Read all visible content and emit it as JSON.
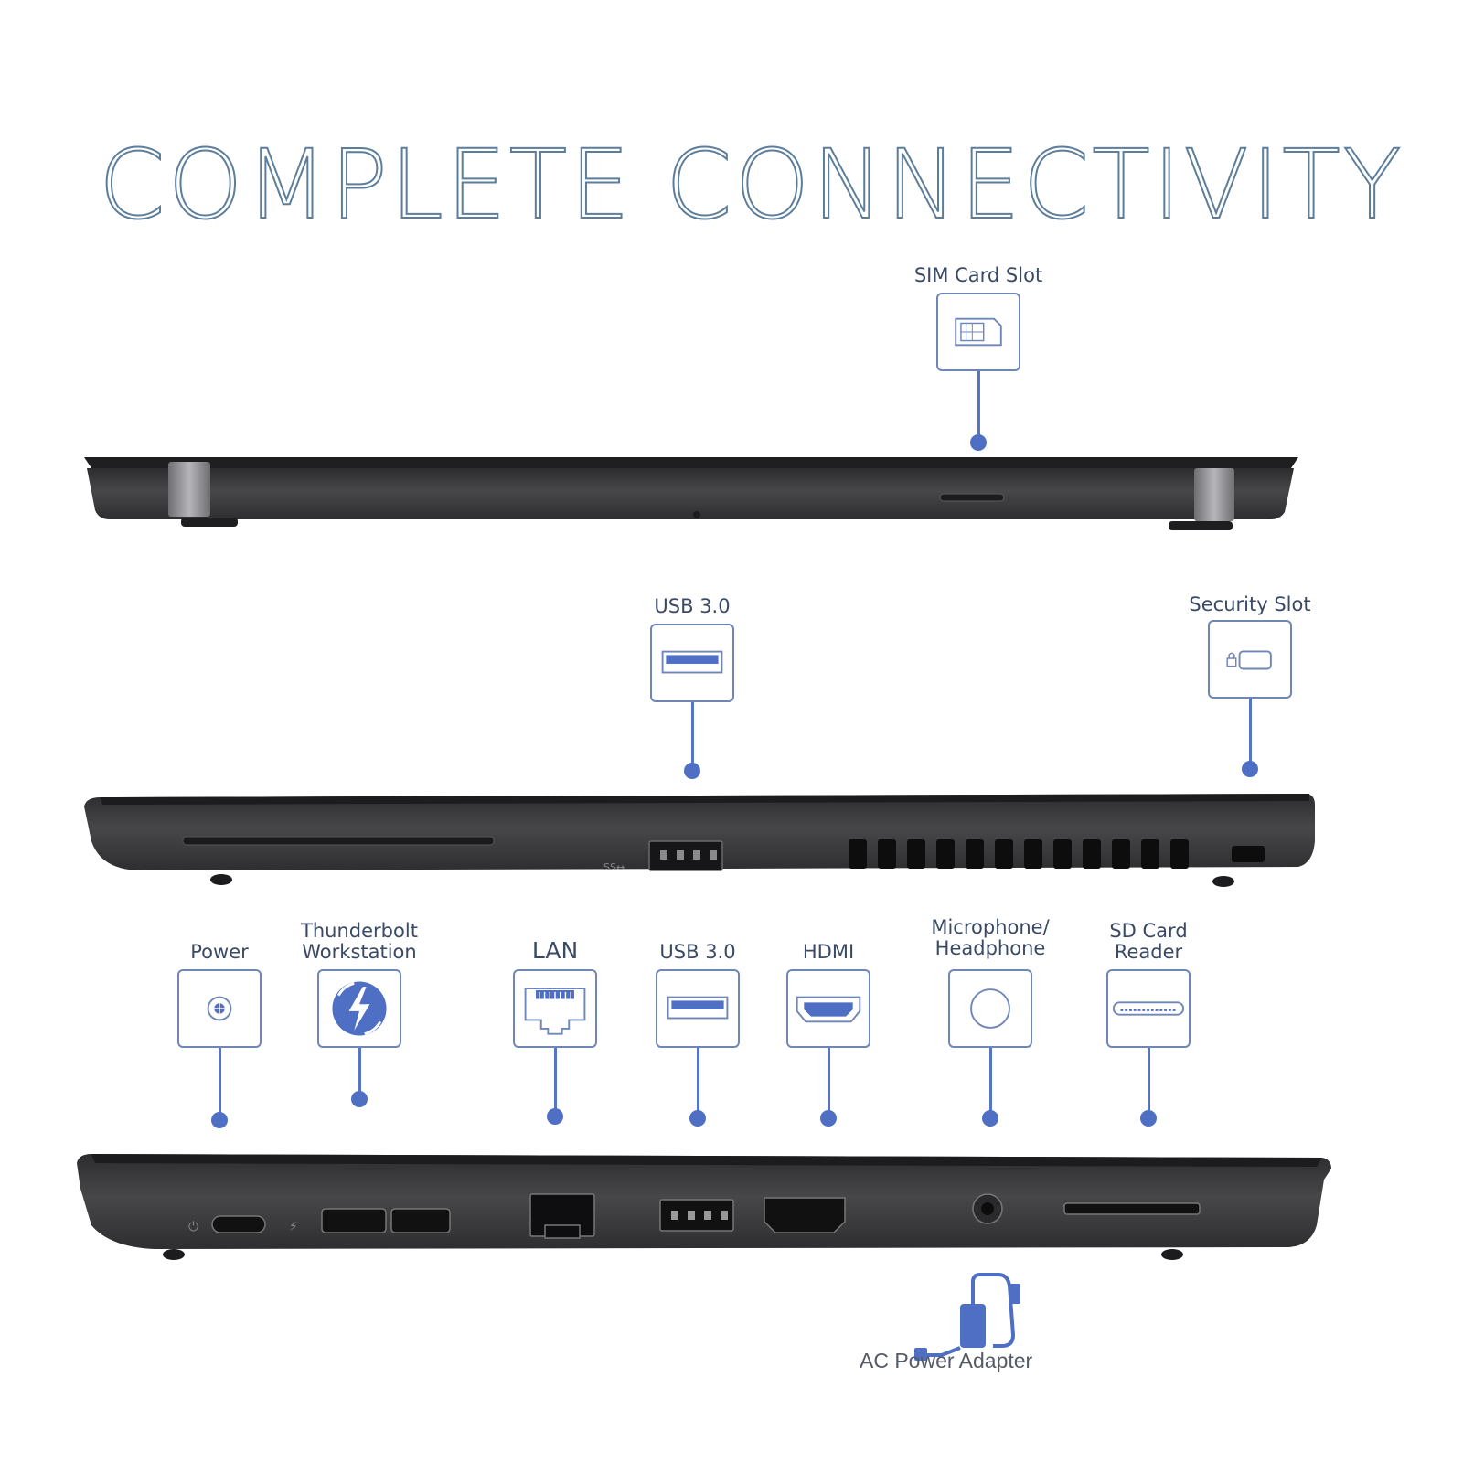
{
  "title": "COMPLETE CONNECTIVITY",
  "colors": {
    "accent": "#4f6fc4",
    "outline": "#6f86b8",
    "title_stroke": "#5d7e9b",
    "chassis": "#3b3b3d"
  },
  "rear_view": {
    "callouts": [
      {
        "label": "SIM Card Slot",
        "icon": "sim-card-icon"
      }
    ]
  },
  "right_side_view": {
    "callouts": [
      {
        "label": "USB 3.0",
        "icon": "usb-icon"
      },
      {
        "label": "Security Slot",
        "icon": "lock-slot-icon"
      }
    ]
  },
  "left_side_view": {
    "callouts": [
      {
        "label": "Power",
        "icon": "power-connector-icon"
      },
      {
        "label": "Thunderbolt Workstation",
        "line1": "Thunderbolt",
        "line2": "Workstation",
        "icon": "thunderbolt-icon"
      },
      {
        "label": "LAN",
        "icon": "ethernet-icon"
      },
      {
        "label": "USB 3.0",
        "icon": "usb-icon"
      },
      {
        "label": "HDMI",
        "icon": "hdmi-icon"
      },
      {
        "label": "Microphone/ Headphone",
        "line1": "Microphone/",
        "line2": "Headphone",
        "icon": "audio-jack-icon"
      },
      {
        "label": "SD Card Reader",
        "line1": "SD Card",
        "line2": "Reader",
        "icon": "sd-card-icon"
      }
    ]
  },
  "accessory": {
    "label": "AC Power Adapter",
    "icon": "power-adapter-icon"
  }
}
